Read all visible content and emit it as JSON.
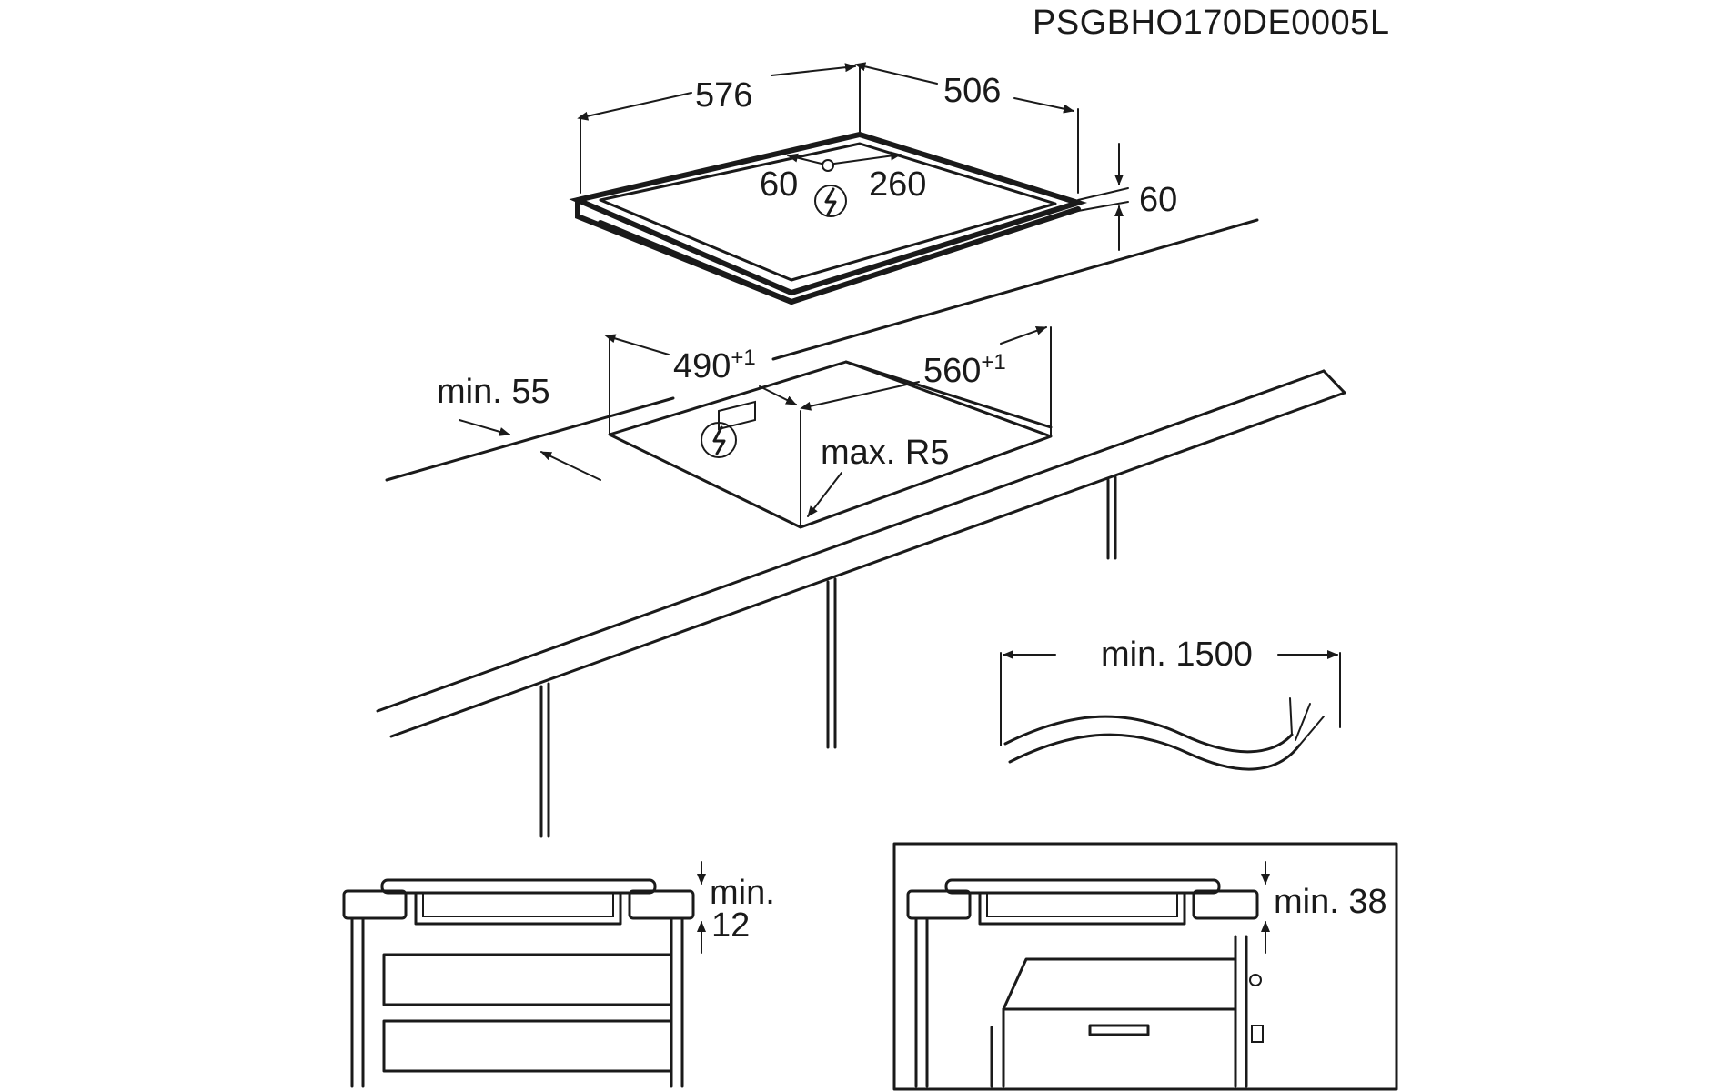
{
  "document_code": "PSGBHO170DE0005L",
  "hob": {
    "width": "576",
    "depth": "506",
    "height": "60",
    "connection_offset_left": "60",
    "connection_offset_right": "260"
  },
  "cutout": {
    "depth": "490",
    "depth_tolerance": "+1",
    "width": "560",
    "width_tolerance": "+1",
    "front_margin": "min. 55",
    "corner_radius": "max. R5"
  },
  "cable": {
    "length": "min. 1500"
  },
  "installation_details": {
    "left_gap": "min.",
    "left_gap_value": "12",
    "right_gap": "min. 38"
  },
  "icons": {
    "electric": "electric-connection-icon"
  },
  "colors": {
    "line": "#1a1a1a",
    "background": "#ffffff"
  }
}
